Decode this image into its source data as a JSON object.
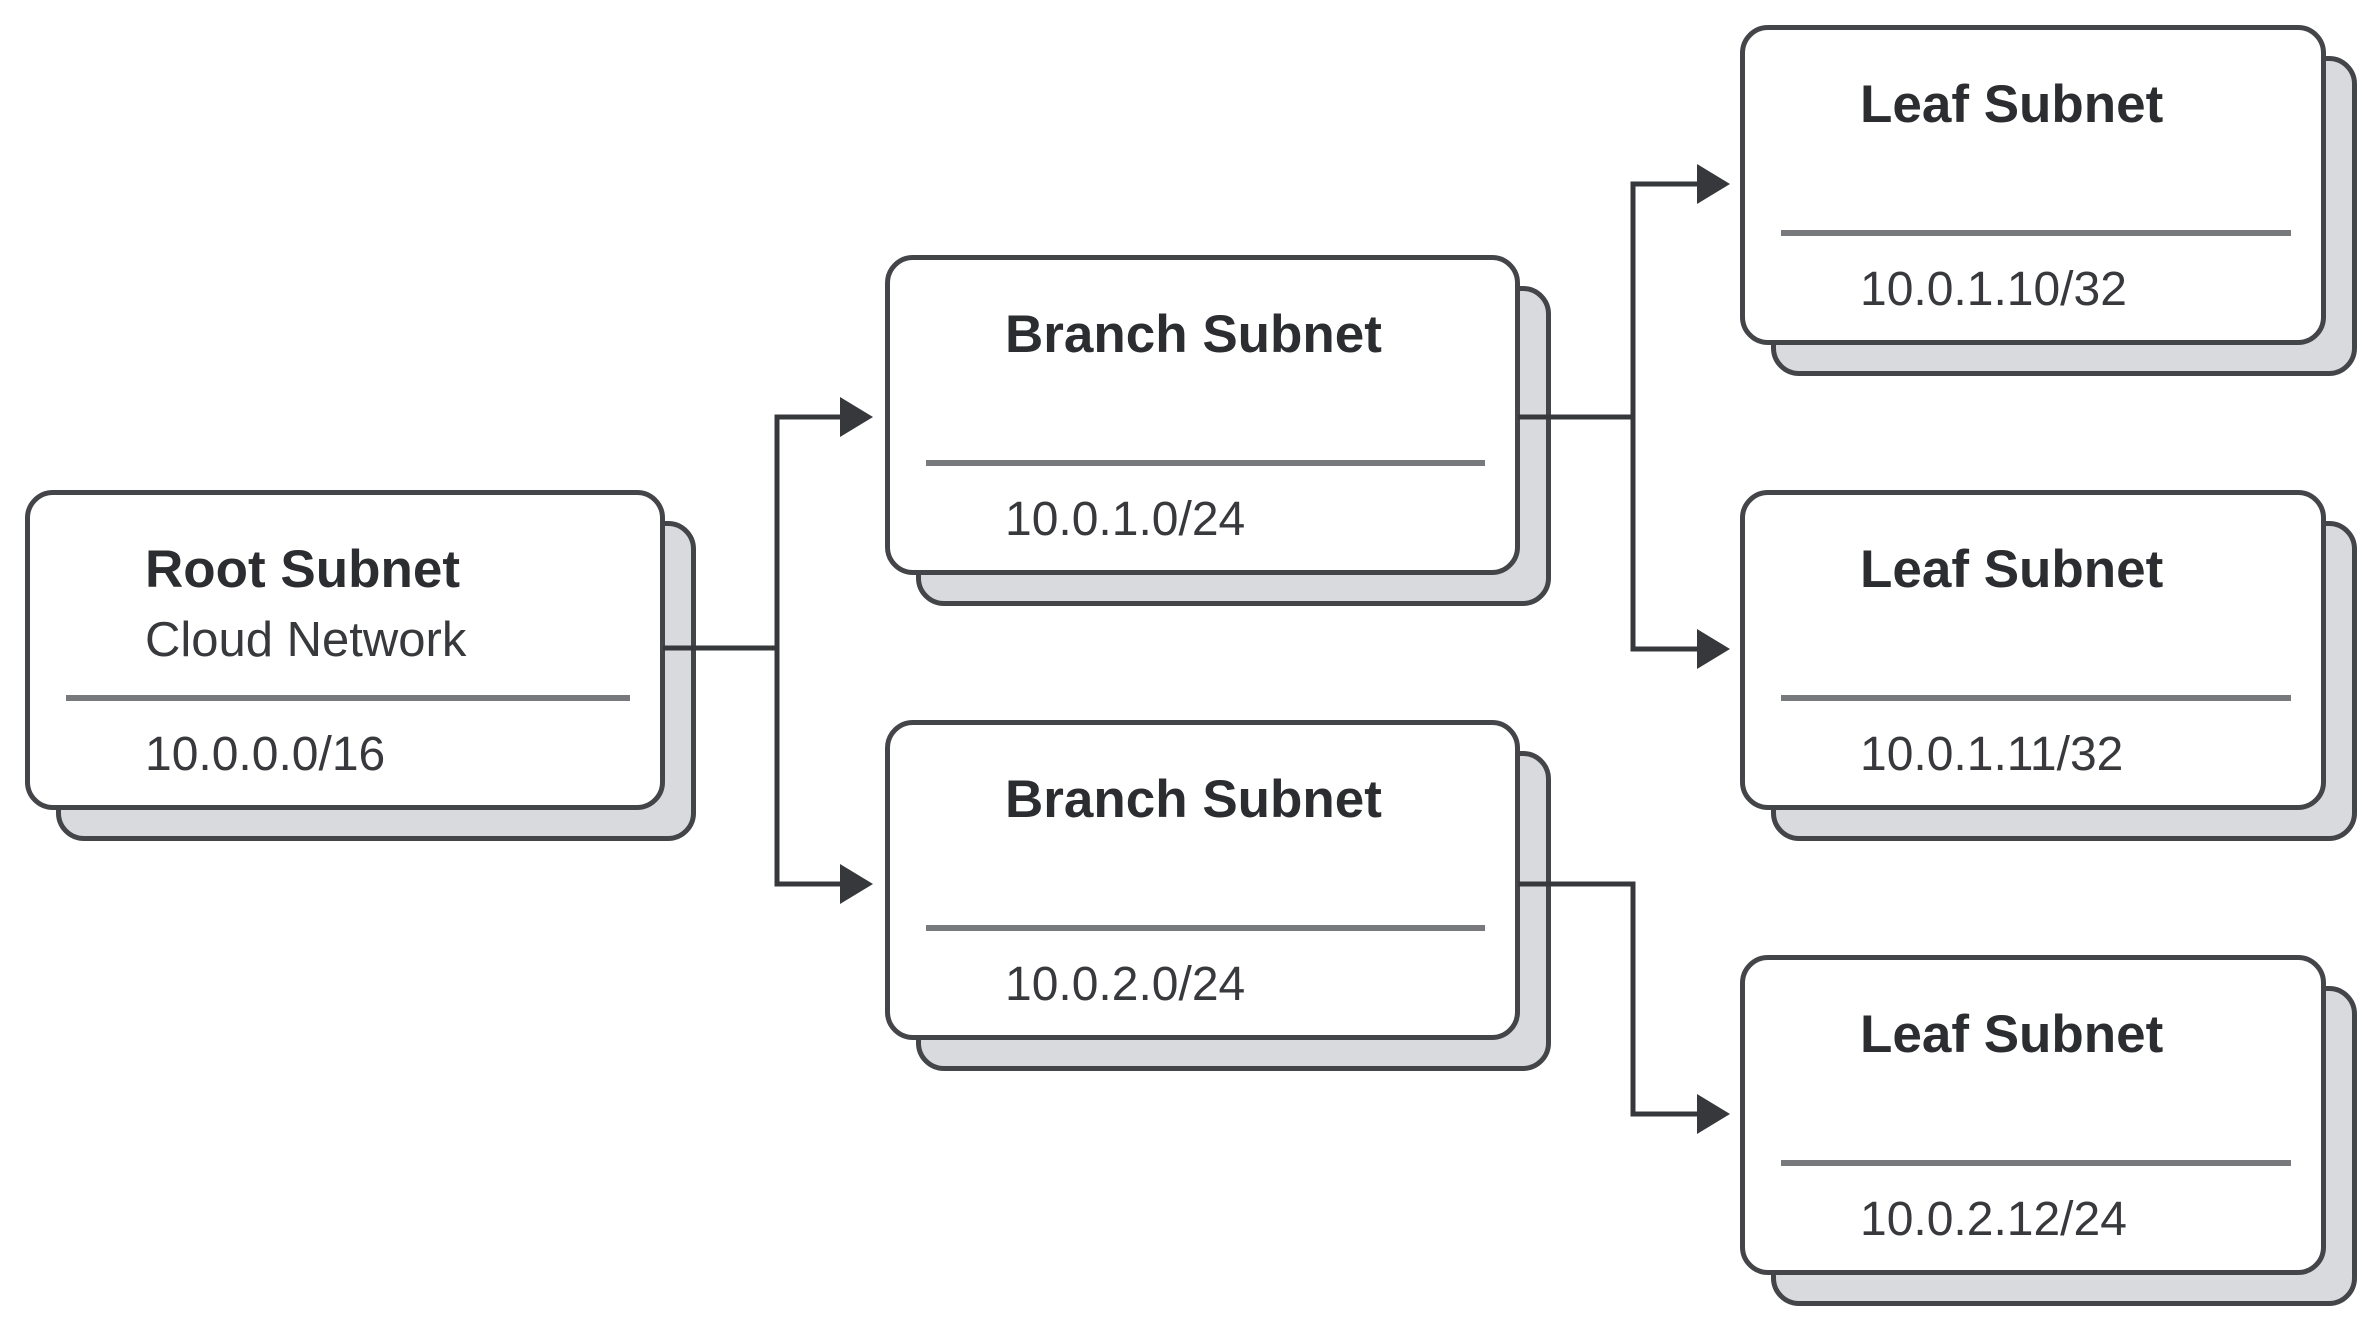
{
  "diagram": {
    "title": "Subnet hierarchy diagram",
    "nodes": [
      {
        "id": "root",
        "title": "Root Subnet",
        "subtitle": "Cloud Network",
        "cidr": "10.0.0.0/16"
      },
      {
        "id": "branch-1",
        "title": "Branch Subnet",
        "subtitle": "",
        "cidr": "10.0.1.0/24"
      },
      {
        "id": "branch-2",
        "title": "Branch Subnet",
        "subtitle": "",
        "cidr": "10.0.2.0/24"
      },
      {
        "id": "leaf-1",
        "title": "Leaf Subnet",
        "subtitle": "",
        "cidr": "10.0.1.10/32"
      },
      {
        "id": "leaf-2",
        "title": "Leaf Subnet",
        "subtitle": "",
        "cidr": "10.0.1.11/32"
      },
      {
        "id": "leaf-3",
        "title": "Leaf Subnet",
        "subtitle": "",
        "cidr": "10.0.2.12/24"
      }
    ],
    "edges": [
      {
        "from": "root",
        "to": "branch-1"
      },
      {
        "from": "root",
        "to": "branch-2"
      },
      {
        "from": "branch-1",
        "to": "leaf-1"
      },
      {
        "from": "branch-1",
        "to": "leaf-2"
      },
      {
        "from": "branch-2",
        "to": "leaf-3"
      }
    ],
    "colors": {
      "page-bg": "#ffffff",
      "card-bg": "#ffffff",
      "card-border": "#434548",
      "card-shadow": "#d9dade",
      "divider": "#77797c",
      "connector": "#36383b",
      "title-text": "#2c2d30",
      "body-text": "#38393c"
    }
  }
}
